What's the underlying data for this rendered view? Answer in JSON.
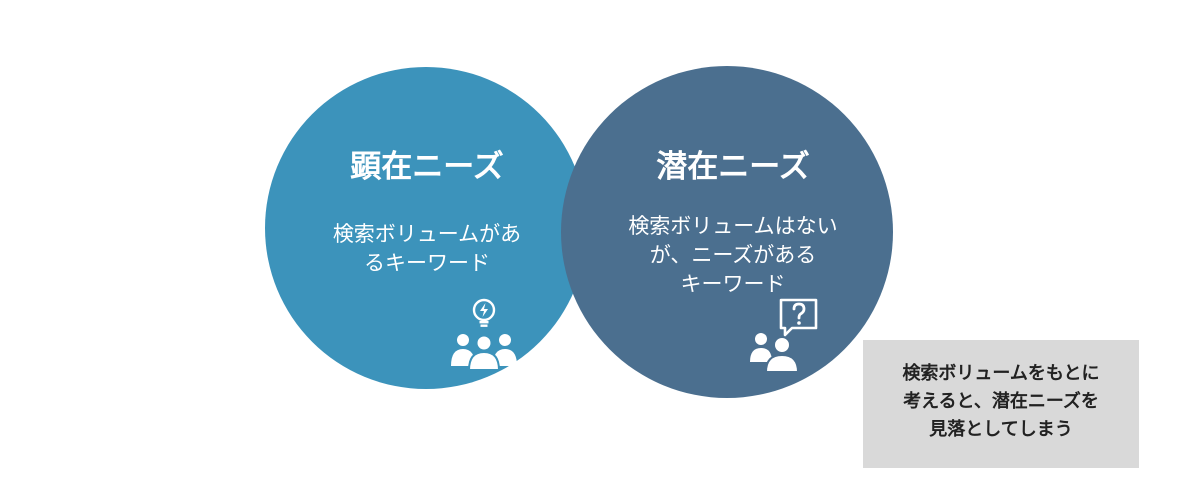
{
  "colors": {
    "explicit_circle": "#3c93bb",
    "latent_circle": "#4b6f8f",
    "note_background": "#d9d9d9",
    "text_on_circle": "#ffffff",
    "note_text": "#222222"
  },
  "explicit_needs": {
    "title": "顕在ニーズ",
    "description_lines": [
      "検索ボリュームがあ",
      "るキーワード"
    ],
    "icon": "people-with-lightbulb-icon"
  },
  "latent_needs": {
    "title": "潜在ニーズ",
    "description_lines": [
      "検索ボリュームはない",
      "が、ニーズがある",
      "キーワード"
    ],
    "icon": "people-with-question-bubble-icon"
  },
  "note": {
    "lines": [
      "検索ボリュームをもとに",
      "考えると、潜在ニーズを",
      "見落としてしまう"
    ]
  }
}
